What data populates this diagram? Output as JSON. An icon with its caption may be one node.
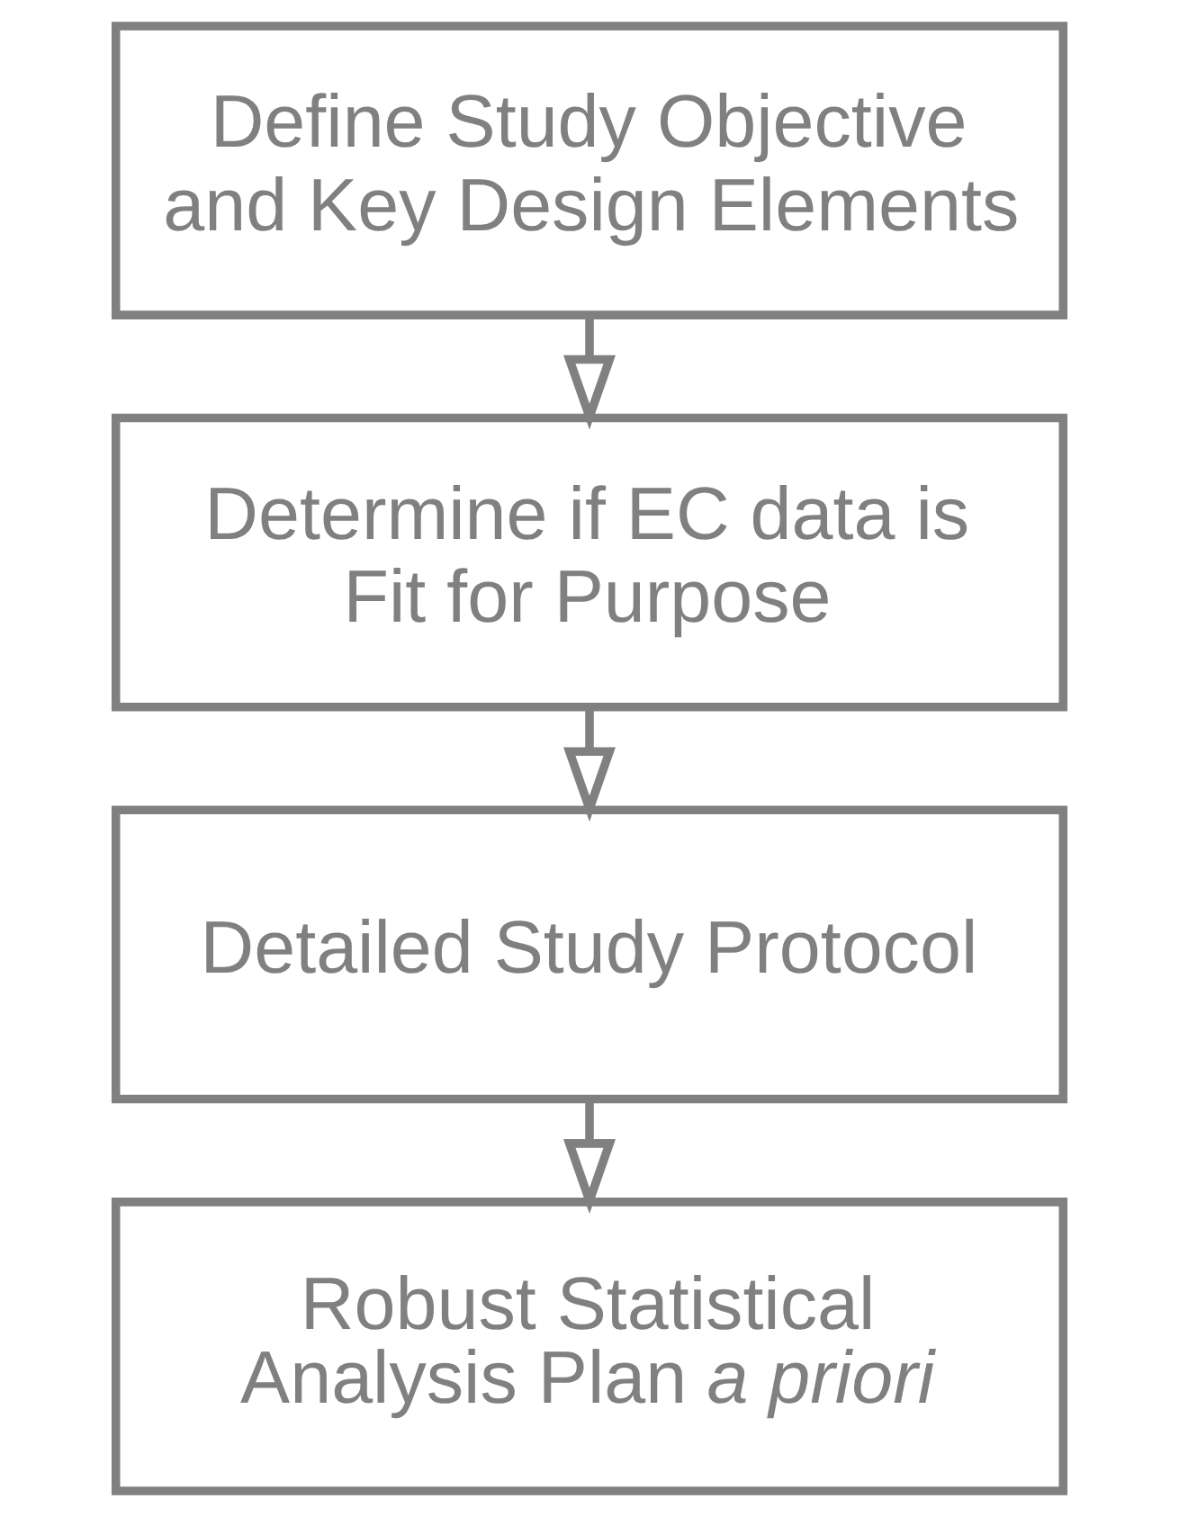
{
  "diagram": {
    "nodes": [
      {
        "text": [
          "Define Study Objective and Key Design Elements"
        ]
      },
      {
        "text": [
          "Determine if EC data is Fit for Purpose"
        ]
      },
      {
        "text": [
          "Detailed Study Protocol"
        ]
      },
      {
        "text": [
          "Robust Statistical Analysis Plan *a priori*"
        ]
      }
    ],
    "edges": [
      {
        "from": 0,
        "to": 1,
        "arrow": "to"
      },
      {
        "from": 1,
        "to": 2,
        "arrow": "to"
      },
      {
        "from": 2,
        "to": 3,
        "arrow": "to"
      }
    ]
  }
}
